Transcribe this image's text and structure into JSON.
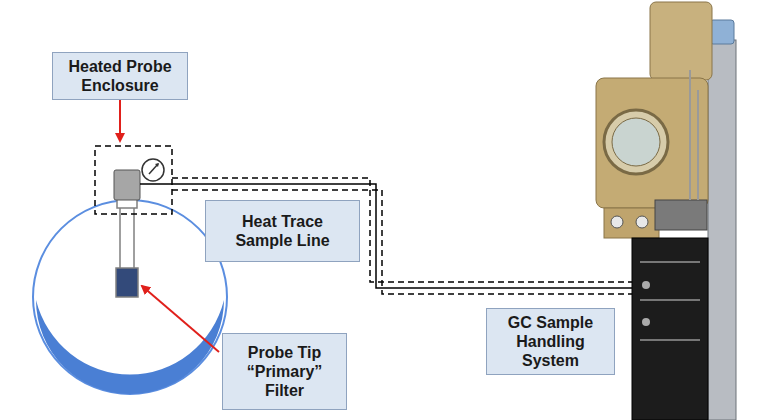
{
  "diagram": {
    "nodes": [
      {
        "text": [
          "Heated Probe Enclosure"
        ]
      },
      {
        "text": [
          "Heat Trace Sample Line"
        ]
      },
      {
        "text": [
          "Probe Tip “Primary” Filter"
        ]
      },
      {
        "text": [
          "GC Sample Handling System"
        ]
      }
    ]
  }
}
